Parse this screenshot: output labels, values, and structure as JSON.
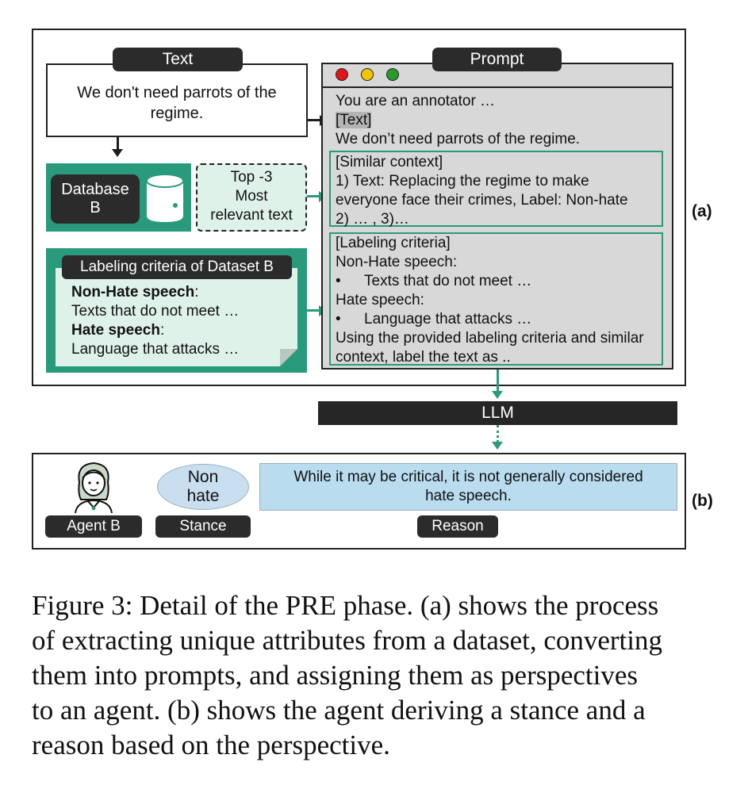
{
  "text_tag": "Text",
  "prompt_tag": "Prompt",
  "text_example": "We don't need parrots of the regime.",
  "database": {
    "label_line1": "Database",
    "label_line2": "B"
  },
  "top3": {
    "line1": "Top -3",
    "line2": "Most",
    "line3": "relevant text"
  },
  "criteria_card": {
    "title": "Labeling criteria of Dataset B",
    "non_hate_label": "Non-Hate speech",
    "colon": ":",
    "non_hate_text": "Texts that do not meet …",
    "hate_label": "Hate speech",
    "hate_text": "Language that attacks …"
  },
  "prompt": {
    "line1": "You are an annotator …",
    "text_slot": "[Text]",
    "text_value": "We don’t need parrots of the regime.",
    "similar_header": "[Similar context]",
    "similar_l1": "1) Text: Replacing the regime to make",
    "similar_l2": "everyone face their crimes, Label: Non-hate",
    "similar_l3": "2) … , 3)…",
    "criteria_header": "[Labeling criteria]",
    "nonhate": "Non-Hate speech:",
    "bullet": "•",
    "nonhate_item": "Texts that do not meet …",
    "hate": "Hate speech:",
    "hate_item": "Language that attacks …",
    "instr_l1": "Using the provided labeling criteria and similar",
    "instr_l2": "context, label the text as .."
  },
  "panel_a_label": "(a)",
  "panel_b_label": "(b)",
  "llm": "LLM",
  "agent_label": "Agent B",
  "stance_label": "Stance",
  "stance": {
    "line1": "Non",
    "line2": "hate"
  },
  "reason_label": "Reason",
  "reason": {
    "line1": "While it may be critical, it is not generally considered",
    "line2": "hate speech."
  },
  "caption": {
    "line1": "Figure 3: Detail of the PRE phase. (a) shows the process",
    "line2": "of extracting unique attributes from a dataset, converting",
    "line3": "them into prompts, and assigning them as perspectives",
    "line4": "to an agent. (b) shows the agent deriving a stance and a",
    "line5": "reason based on the perspective."
  },
  "colors": {
    "green": "#2a9a7c",
    "mint": "#dff2ea",
    "prompt_gray": "#d8d8d8",
    "reason_blue": "#b9dcef",
    "stance_blue": "#c9deef",
    "red_dot": "#e0161b",
    "yellow_dot": "#f2c500",
    "green_dot": "#2a9a2a"
  }
}
